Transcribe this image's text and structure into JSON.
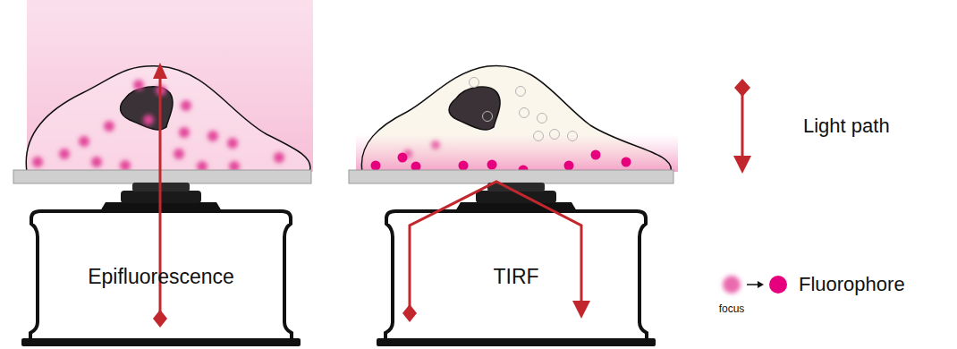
{
  "diagram": {
    "nodes": [
      {
        "text": [
          "Epifluorescence"
        ]
      },
      {
        "text": [
          "TIRF"
        ]
      }
    ],
    "labels": [
      "focus"
    ],
    "legend": [
      {
        "text": "Light path"
      },
      {
        "text": "Fluorophore"
      }
    ]
  }
}
